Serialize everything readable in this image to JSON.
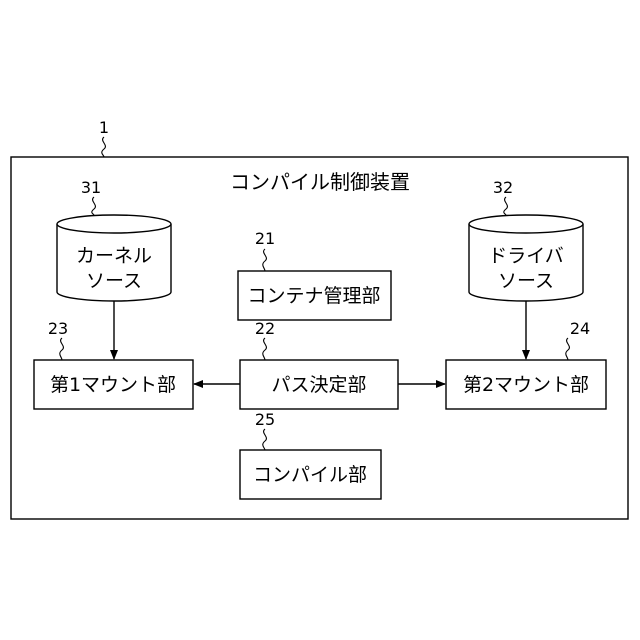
{
  "device": {
    "ref": "1",
    "title": "コンパイル制御装置"
  },
  "kernel_source": {
    "ref": "31",
    "line1": "カーネル",
    "line2": "ソース"
  },
  "driver_source": {
    "ref": "32",
    "line1": "ドライバ",
    "line2": "ソース"
  },
  "container_manager": {
    "ref": "21",
    "label": "コンテナ管理部"
  },
  "path_decider": {
    "ref": "22",
    "label": "パス決定部"
  },
  "first_mount": {
    "ref": "23",
    "label": "第1マウント部"
  },
  "second_mount": {
    "ref": "24",
    "label": "第2マウント部"
  },
  "compiler": {
    "ref": "25",
    "label": "コンパイル部"
  }
}
